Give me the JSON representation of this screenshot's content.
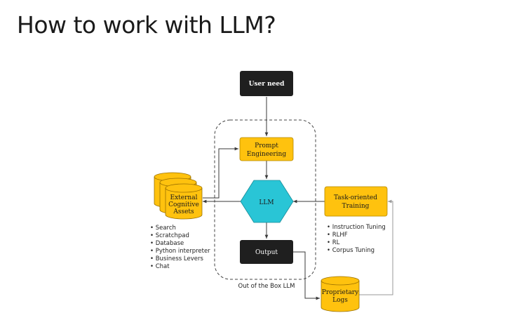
{
  "title": "How to work with LLM?",
  "colors": {
    "yellow": "#FFC20E",
    "dark": "#1F1F1F",
    "cyan": "#29C5D6",
    "edge": "#3A3A3A"
  },
  "nodes": {
    "user_need": "User need",
    "prompt_engineering": [
      "Prompt",
      "Engineering"
    ],
    "llm": "LLM",
    "output": "Output",
    "external_assets": [
      "External",
      "Cognitive",
      "Assets"
    ],
    "task_training": [
      "Task-oriented",
      "Training"
    ],
    "proprietary_logs": [
      "Proprietary",
      "Logs"
    ]
  },
  "group_label": "Out of the Box LLM",
  "assets_list": [
    "Search",
    "Scratchpad",
    "Database",
    "Python interpreter",
    "Business Levers",
    "Chat"
  ],
  "training_list": [
    "Instruction Tuning",
    "RLHF",
    "RL",
    "Corpus Tuning"
  ]
}
